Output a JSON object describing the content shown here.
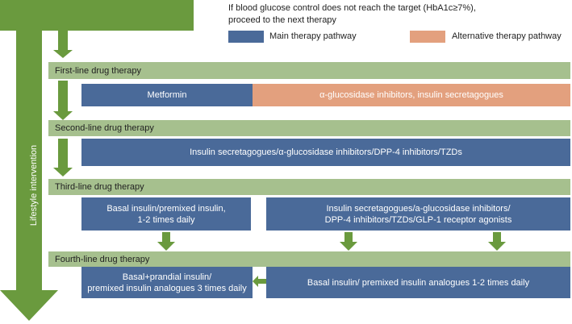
{
  "note": {
    "line1": "If blood glucose control does not reach the target (HbA1c≥7%),",
    "line2": "proceed to the next therapy"
  },
  "legend": {
    "main": {
      "label": "Main therapy pathway",
      "color": "#4a6a99"
    },
    "alt": {
      "label": "Alternative therapy pathway",
      "color": "#e3a07e"
    }
  },
  "side_label": "Lifestyle intervention",
  "colors": {
    "band": "#a6c08e",
    "arrow": "#6a9a3e"
  },
  "stages": {
    "first": {
      "title": "First-line drug therapy",
      "main": "Metformin",
      "alt": "α-glucosidase inhibitors, insulin secretagogues"
    },
    "second": {
      "title": "Second-line drug therapy",
      "main": "Insulin secretagogues/α-glucosidase inhibitors/DPP-4 inhibitors/TZDs"
    },
    "third": {
      "title": "Third-line drug therapy",
      "left_line1": "Basal insulin/premixed insulin,",
      "left_line2": "1-2 times daily",
      "right_line1": "Insulin secretagogues/a-glucosidase inhibitors/",
      "right_line2": "DPP-4 inhibitors/TZDs/GLP-1 receptor agonists"
    },
    "fourth": {
      "title": "Fourth-line drug therapy",
      "left_line1": "Basal+prandial insulin/",
      "left_line2": "premixed insulin analogues 3 times daily",
      "right": "Basal insulin/ premixed insulin analogues 1-2 times daily"
    }
  }
}
